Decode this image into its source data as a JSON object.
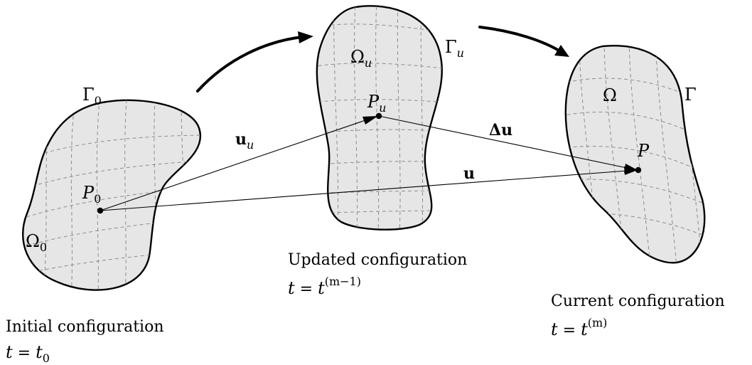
{
  "configurations": [
    {
      "id": "initial",
      "domain_label": "Ω",
      "domain_sub": "0",
      "boundary_label": "Γ",
      "boundary_sub": "0",
      "point_label": "P",
      "point_sub": "0",
      "caption": "Initial configuration",
      "time_t": "t",
      "time_eq": " = ",
      "time_var": "t",
      "time_sub": "0",
      "time_sup": ""
    },
    {
      "id": "updated",
      "domain_label": "Ω",
      "domain_sub": "u",
      "boundary_label": "Γ",
      "boundary_sub": "u",
      "point_label": "P",
      "point_sub": "u",
      "caption": "Updated configuration",
      "time_t": "t",
      "time_eq": " = ",
      "time_var": "t",
      "time_sub": "",
      "time_sup": "(m−1)"
    },
    {
      "id": "current",
      "domain_label": "Ω",
      "domain_sub": "",
      "boundary_label": "Γ",
      "boundary_sub": "",
      "point_label": "P",
      "point_sub": "",
      "caption": "Current configuration",
      "time_t": "t",
      "time_eq": " = ",
      "time_var": "t",
      "time_sub": "",
      "time_sup": "(m)"
    }
  ],
  "vectors": {
    "u_u": {
      "symbol": "u",
      "sub": "u"
    },
    "delta_u": {
      "symbol": "Δu"
    },
    "u": {
      "symbol": "u"
    }
  }
}
